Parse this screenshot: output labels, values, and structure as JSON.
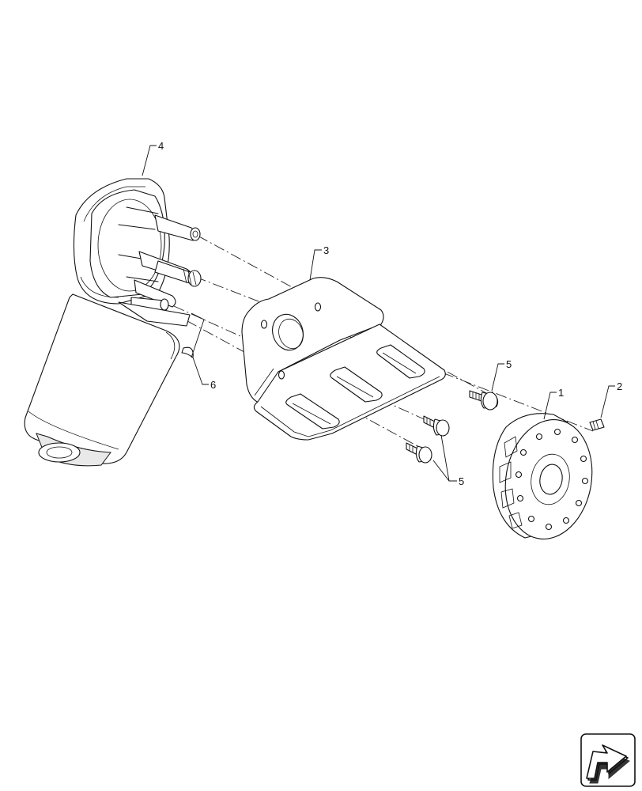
{
  "callouts": {
    "c1": "1",
    "c2": "2",
    "c3": "3",
    "c4": "4",
    "c5a": "5",
    "c5b": "5",
    "c6": "6"
  },
  "icons": {
    "corner": "next-page-arrow-icon"
  }
}
